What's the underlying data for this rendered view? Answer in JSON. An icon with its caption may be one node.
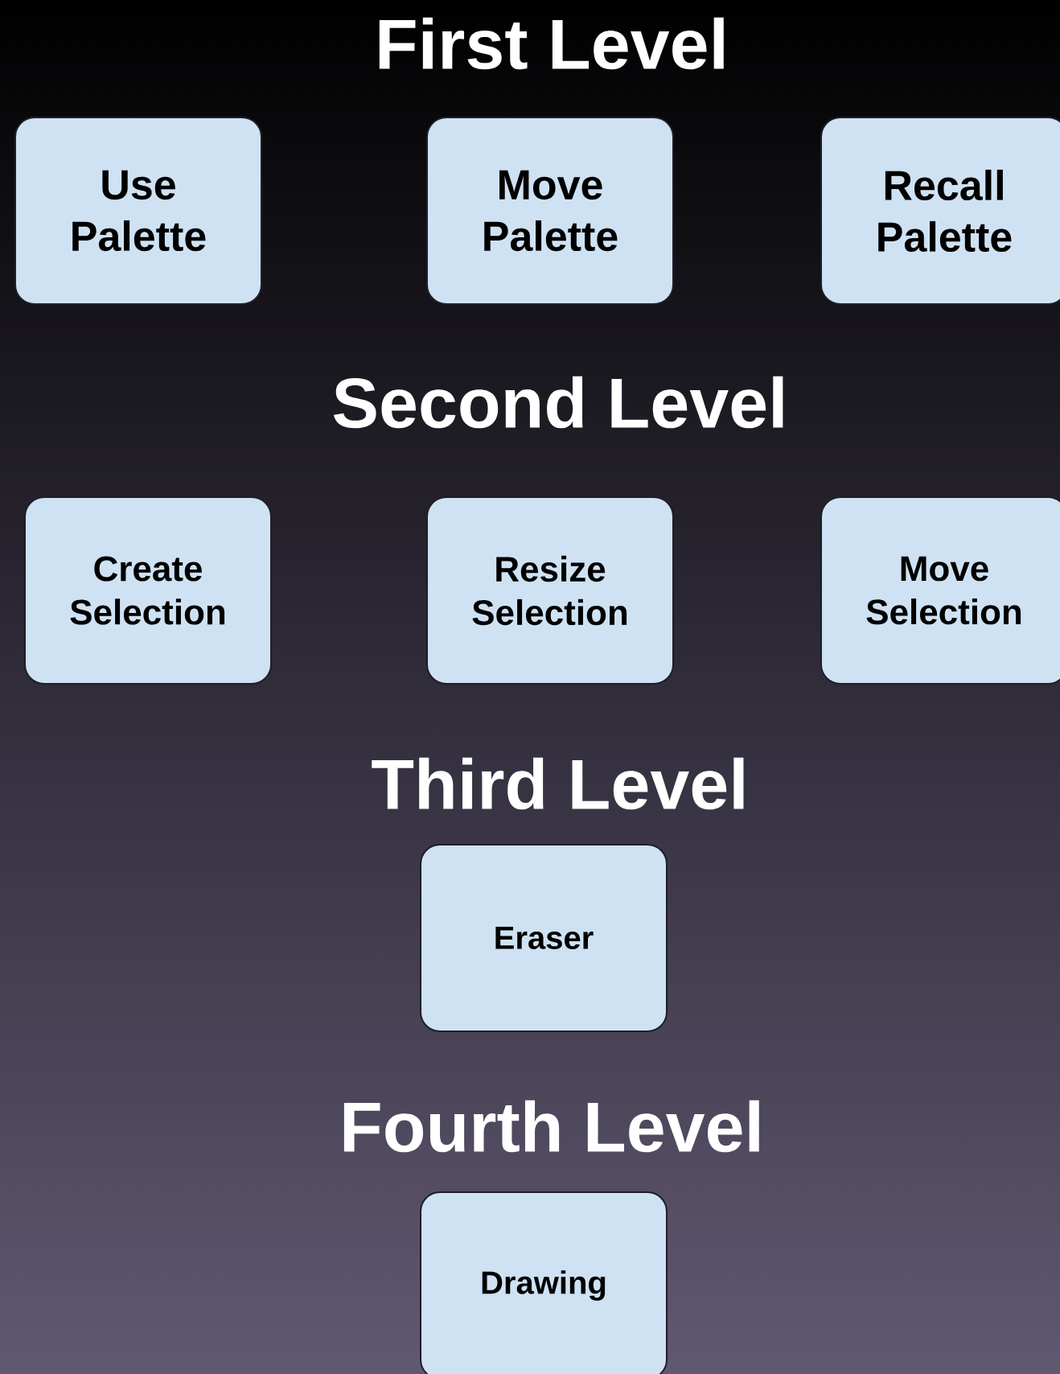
{
  "diagram": {
    "nodes": [
      {
        "text": [
          "Use Palette"
        ]
      },
      {
        "text": [
          "Move Palette"
        ]
      },
      {
        "text": [
          "Recall Palette"
        ]
      },
      {
        "text": [
          "Create Selection"
        ]
      },
      {
        "text": [
          "Resize Selection"
        ]
      },
      {
        "text": [
          "Move Selection"
        ]
      },
      {
        "text": [
          "Eraser"
        ]
      },
      {
        "text": [
          "Drawing"
        ]
      }
    ],
    "labels": [
      "First Level",
      "Second Level",
      "Third Level",
      "Fourth Level"
    ]
  }
}
